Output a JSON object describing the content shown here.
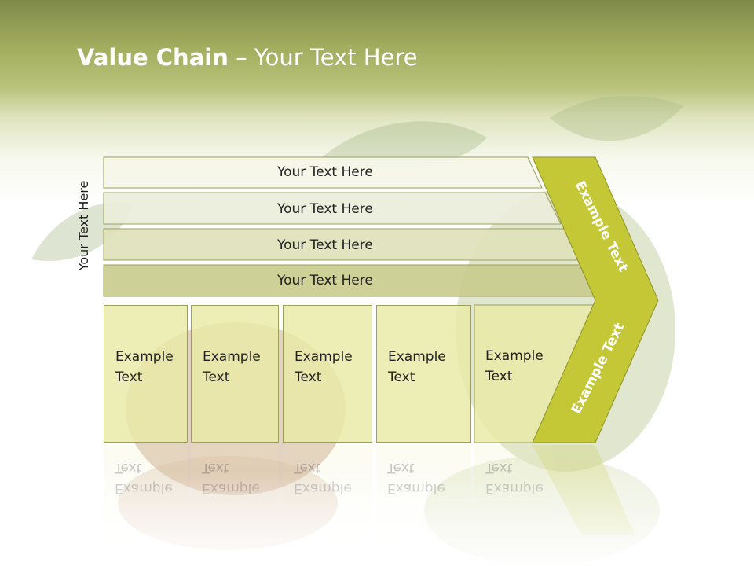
{
  "slide": {
    "title_bold": "Value Chain",
    "title_rest": " – Your Text Here",
    "side_label": "Your Text Here",
    "bars": [
      {
        "label": "Your Text Here"
      },
      {
        "label": "Your Text Here"
      },
      {
        "label": "Your Text Here"
      },
      {
        "label": "Your Text Here"
      }
    ],
    "boxes": [
      {
        "line1": "Example",
        "line2": "Text"
      },
      {
        "line1": "Example",
        "line2": "Text"
      },
      {
        "line1": "Example",
        "line2": "Text"
      },
      {
        "line1": "Example",
        "line2": "Text"
      },
      {
        "line1": "Example",
        "line2": "Text"
      }
    ],
    "chevron_upper": "Example Text",
    "chevron_lower": "Example Text",
    "colors": {
      "header_dark": "#7f8a4a",
      "header_light": "#b8c27a",
      "chevron": "#c5c836",
      "bar_4": "#c9cc8e",
      "box": "#e9eaa6"
    }
  }
}
